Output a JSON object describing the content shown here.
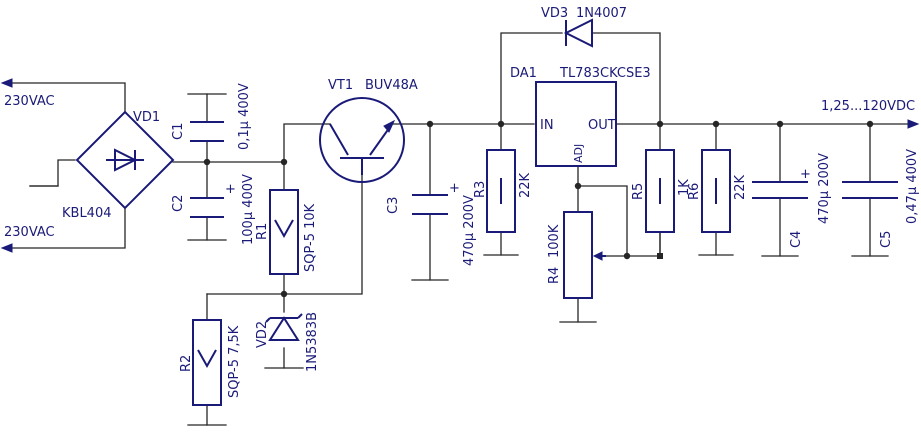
{
  "colors": {
    "component": "#1a1a78",
    "wire": "#262626",
    "background": "#ffffff"
  },
  "labels": {
    "ac_top": "230VAC",
    "ac_bottom": "230VAC",
    "vd1": "VD1",
    "bridge_model": "KBL404",
    "c1_name": "C1",
    "c1_value": "0,1µ 400V",
    "c2_name": "C2",
    "c2_value": "100µ 400V",
    "r1_name": "R1",
    "r1_value": "SQP-5 10K",
    "vt1_name": "VT1",
    "vt1_model": "BUV48A",
    "vd2_name": "VD2",
    "vd2_model": "1N5383B",
    "r2_name": "R2",
    "r2_value": "SQP-5 7,5K",
    "c3_name": "C3",
    "c3_value": "470µ 200V",
    "r3_name": "R3",
    "r3_value": "22K",
    "vd3_name": "VD3",
    "vd3_model": "1N4007",
    "da1_name": "DA1",
    "da1_model": "TL783CKCSE3",
    "pin_in": "IN",
    "pin_out": "OUT",
    "pin_adj": "ADJ",
    "r4_name": "R4",
    "r4_value": "100K",
    "r5_name": "R5",
    "r5_value": "1K",
    "r6_name": "R6",
    "r6_value": "22K",
    "c4_name": "C4",
    "c4_value": "470µ 200V",
    "c5_name": "C5",
    "c5_value": "0,47µ 400V",
    "output": "1,25...120VDC",
    "plus": "+"
  },
  "icons": {
    "bridge": "diode-bridge-icon",
    "transistor": "npn-transistor-icon",
    "zener": "zener-diode-icon",
    "diode": "diode-icon",
    "arrow": "arrow-icon"
  }
}
